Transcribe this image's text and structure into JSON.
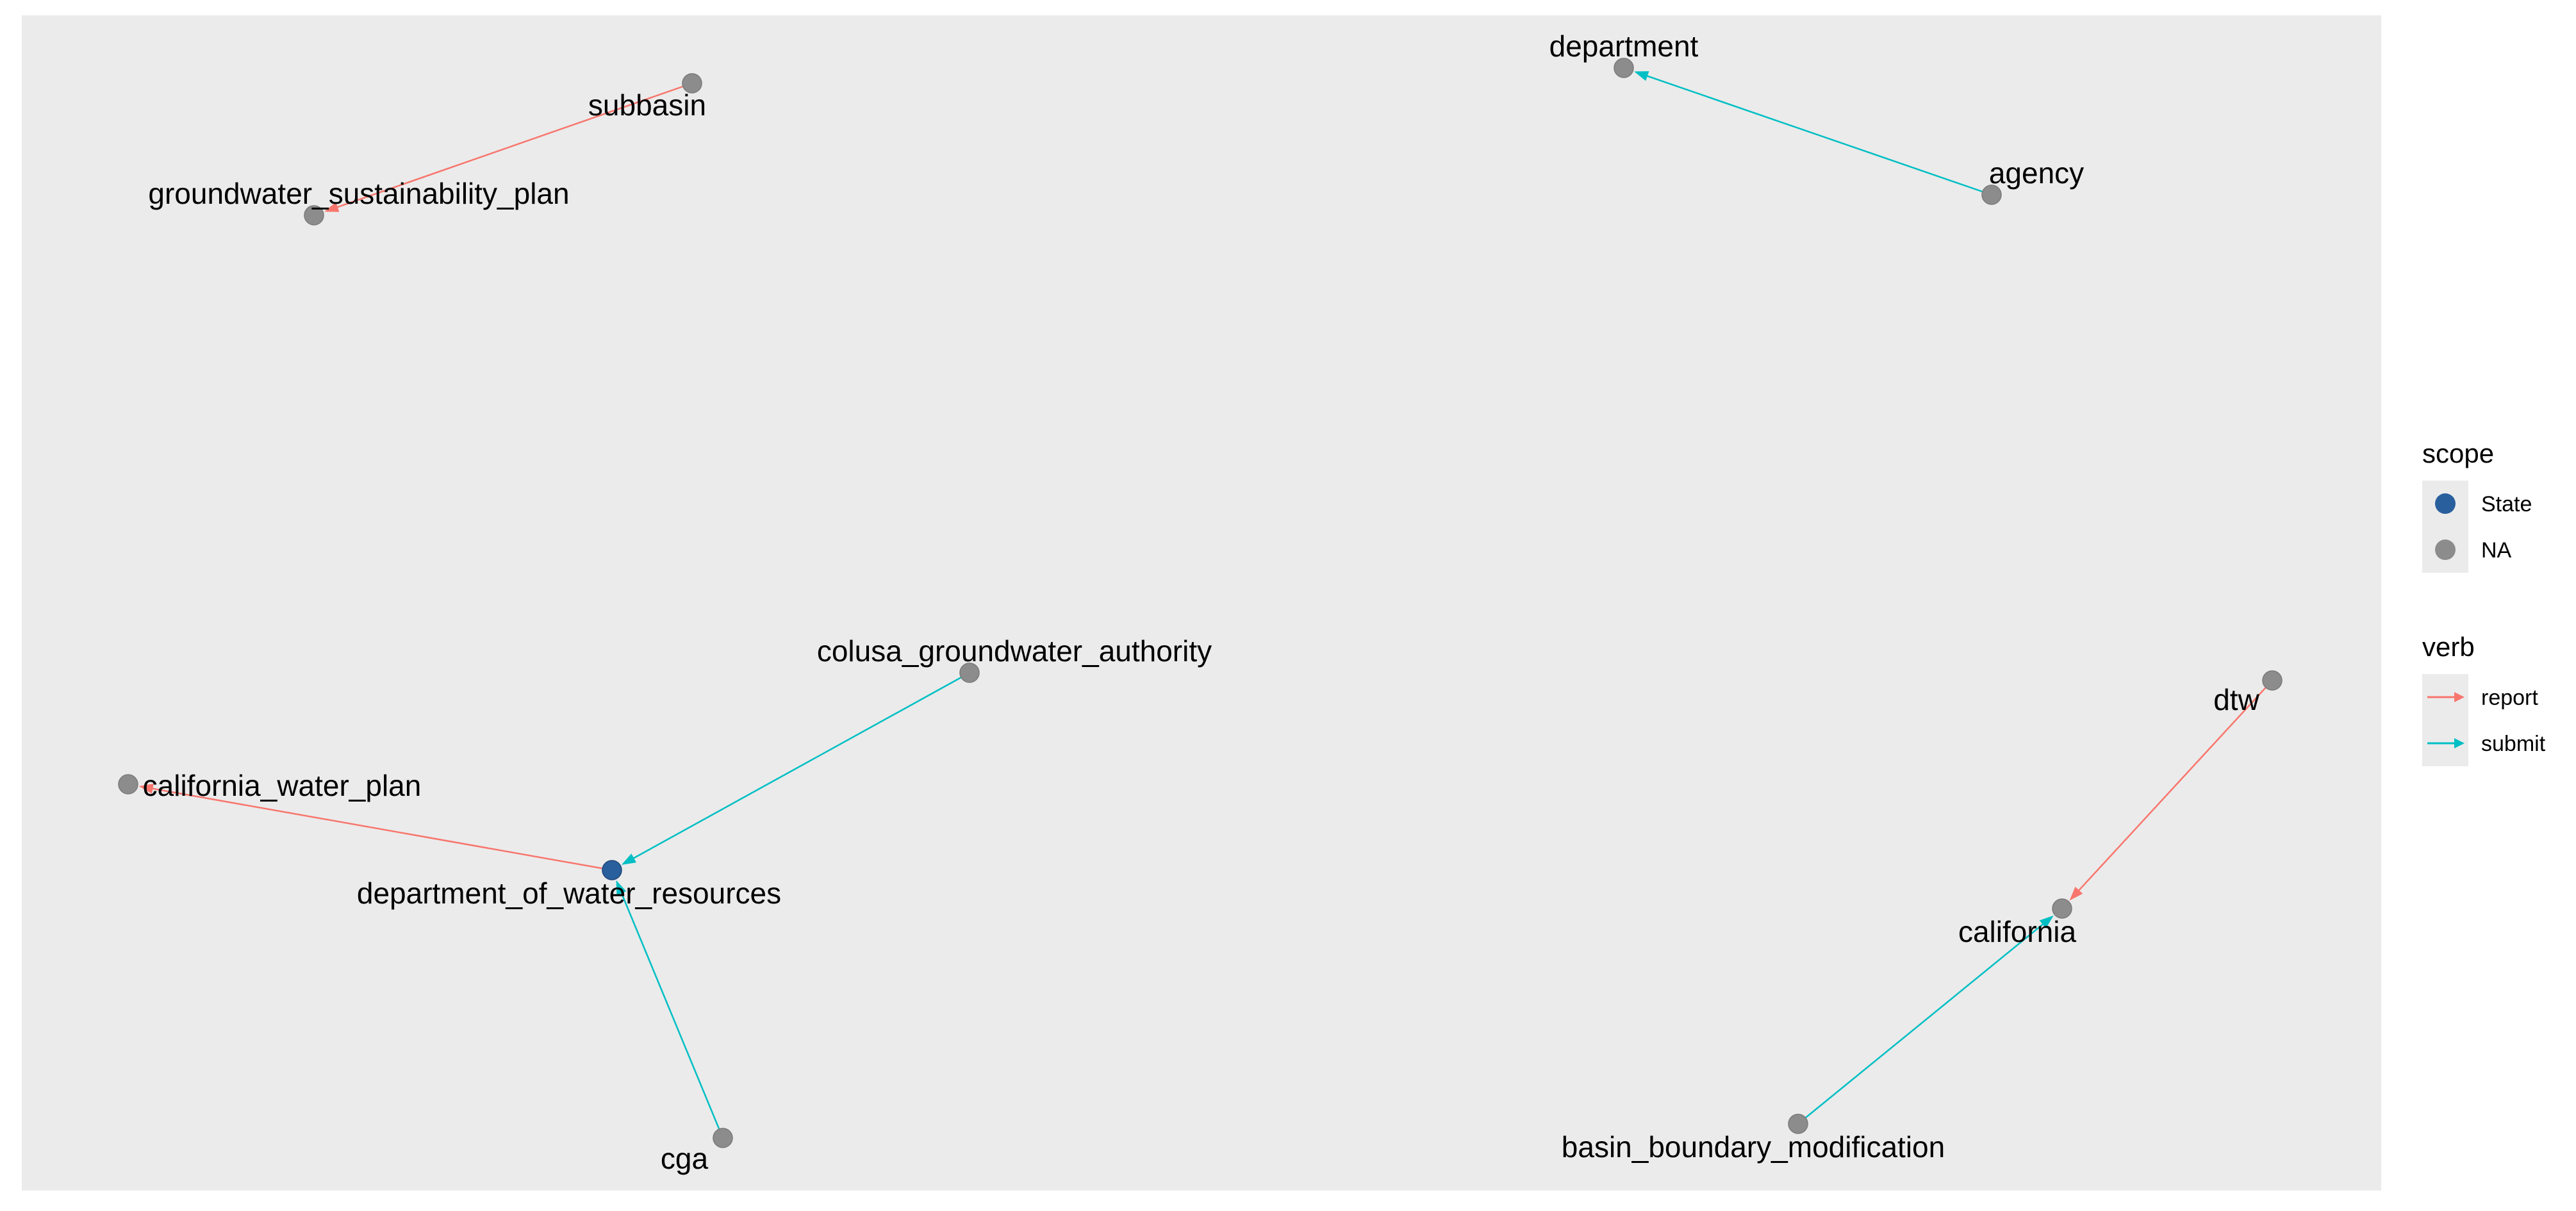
{
  "colors": {
    "panel": "#ebebeb",
    "node_na": "#8c8c8c",
    "node_state": "#2a5f9e",
    "edge_report": "#f8766d",
    "edge_submit": "#00bfc4",
    "legend_key_bg": "#ebebeb"
  },
  "nodes": [
    {
      "id": "subbasin",
      "label": "subbasin",
      "scope": "NA"
    },
    {
      "id": "groundwater_sustainability_plan",
      "label": "groundwater_sustainability_plan",
      "scope": "NA"
    },
    {
      "id": "department",
      "label": "department",
      "scope": "NA"
    },
    {
      "id": "agency",
      "label": "agency",
      "scope": "NA"
    },
    {
      "id": "colusa_groundwater_authority",
      "label": "colusa_groundwater_authority",
      "scope": "NA"
    },
    {
      "id": "california_water_plan",
      "label": "california_water_plan",
      "scope": "NA"
    },
    {
      "id": "department_of_water_resources",
      "label": "department_of_water_resources",
      "scope": "State"
    },
    {
      "id": "cga",
      "label": "cga",
      "scope": "NA"
    },
    {
      "id": "dtw",
      "label": "dtw",
      "scope": "NA"
    },
    {
      "id": "california",
      "label": "california",
      "scope": "NA"
    },
    {
      "id": "basin_boundary_modification",
      "label": "basin_boundary_modification",
      "scope": "NA"
    }
  ],
  "edges": [
    {
      "from": "subbasin",
      "to": "groundwater_sustainability_plan",
      "verb": "report"
    },
    {
      "from": "agency",
      "to": "department",
      "verb": "submit"
    },
    {
      "from": "colusa_groundwater_authority",
      "to": "department_of_water_resources",
      "verb": "submit"
    },
    {
      "from": "department_of_water_resources",
      "to": "california_water_plan",
      "verb": "report"
    },
    {
      "from": "cga",
      "to": "department_of_water_resources",
      "verb": "submit"
    },
    {
      "from": "dtw",
      "to": "california",
      "verb": "report"
    },
    {
      "from": "basin_boundary_modification",
      "to": "california",
      "verb": "submit"
    }
  ],
  "legend": {
    "scope": {
      "title": "scope",
      "items": [
        {
          "label": "State",
          "color": "#2a5f9e"
        },
        {
          "label": "NA",
          "color": "#8c8c8c"
        }
      ]
    },
    "verb": {
      "title": "verb",
      "items": [
        {
          "label": "report",
          "color": "#f8766d"
        },
        {
          "label": "submit",
          "color": "#00bfc4"
        }
      ]
    }
  }
}
